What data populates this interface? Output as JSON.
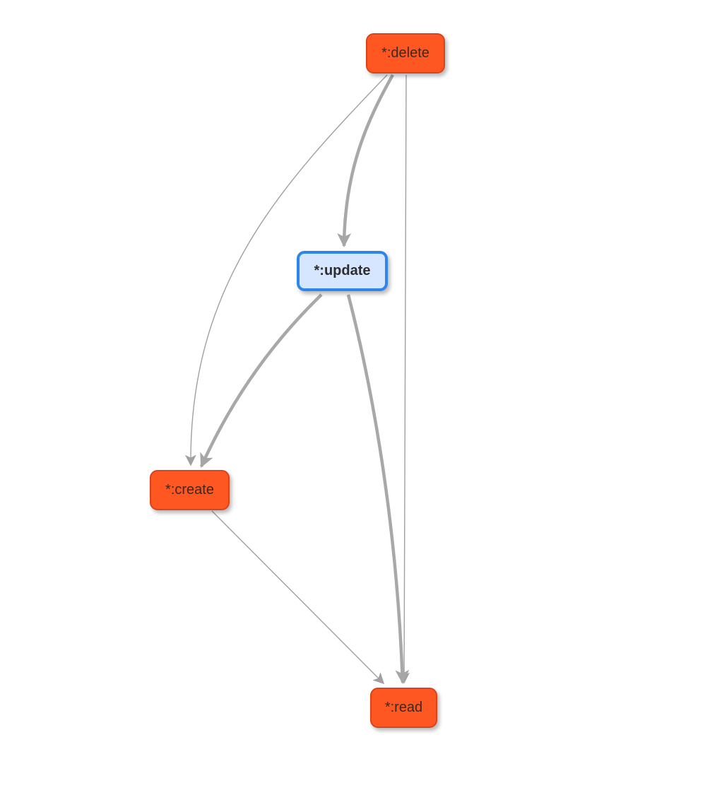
{
  "graph": {
    "nodes": [
      {
        "id": "delete",
        "label": "*:delete",
        "selected": false
      },
      {
        "id": "update",
        "label": "*:update",
        "selected": true
      },
      {
        "id": "create",
        "label": "*:create",
        "selected": false
      },
      {
        "id": "read",
        "label": "*:read",
        "selected": false
      }
    ],
    "edges": [
      {
        "from": "delete",
        "to": "update",
        "weight": "thick"
      },
      {
        "from": "delete",
        "to": "create",
        "weight": "thin"
      },
      {
        "from": "delete",
        "to": "read",
        "weight": "thin"
      },
      {
        "from": "update",
        "to": "create",
        "weight": "thick"
      },
      {
        "from": "update",
        "to": "read",
        "weight": "thick"
      },
      {
        "from": "create",
        "to": "read",
        "weight": "thin"
      }
    ],
    "colors": {
      "node_fill": "#ff5722",
      "node_border": "#d9441a",
      "selected_fill": "#d6e6ff",
      "selected_border": "#2f86ea",
      "edge": "#a8a8a8"
    }
  }
}
